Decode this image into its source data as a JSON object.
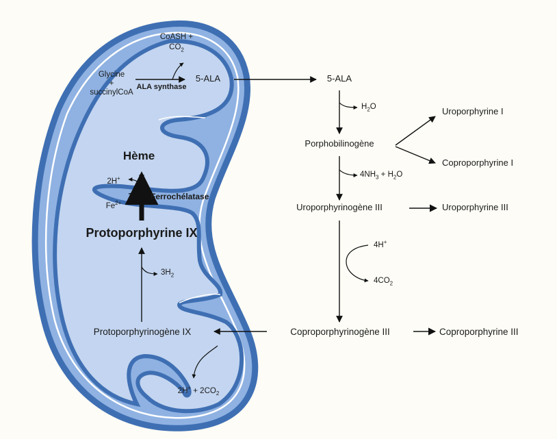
{
  "mito": {
    "coash": "CoASH +",
    "co2": "CO",
    "co2_sub": "2",
    "glycine": "Glycine",
    "plus": "+",
    "succinylcoa": "succinylCoA",
    "ala_synthase": "ALA synthase",
    "ala_inside": "5-ALA",
    "heme": "Hème",
    "h_plus_2": "2H",
    "h_plus_2_sup": "+",
    "fe": "Fe",
    "fe_sup": "2+",
    "ferrochelatase": "Ferrochélatase",
    "protoporphyrine_ix": "Protoporphyrine IX",
    "h2_3": "3H",
    "h2_3_sub": "2",
    "protoporphyrinogene_ix": "Protoporphyrinogène IX",
    "co2_release_a": "2H",
    "co2_release_sup": "+",
    "co2_release_b": " + 2CO",
    "co2_release_sub": "2"
  },
  "cytosol": {
    "ala": "5-ALA",
    "h2o_a": "H",
    "h2o_sub": "2",
    "h2o_b": "O",
    "porphobilinogene": "Porphobilinogène",
    "uroporphyrine_i": "Uroporphyrine I",
    "coproporphyrine_i": "Coproporphyrine I",
    "nh3_a": "4NH",
    "nh3_sub": "3",
    "nh3_b": " + H",
    "nh3_sub2": "2",
    "nh3_c": "O",
    "uroporphyrinogene_iii": "Uroporphyrinogène III",
    "uroporphyrine_iii": "Uroporphyrine III",
    "h4": "4H",
    "h4_sup": "+",
    "co2_4": "4CO",
    "co2_4_sub": "2",
    "coproporphyrinogene_iii": "Coproporphyrinogène III",
    "coproporphyrine_iii": "Coproporphyrine III"
  },
  "colors": {
    "membrane": "#4a7dc4",
    "outer_fill": "#8fb2e2",
    "inner_fill": "#c3d5f0",
    "arrow": "#111111"
  }
}
